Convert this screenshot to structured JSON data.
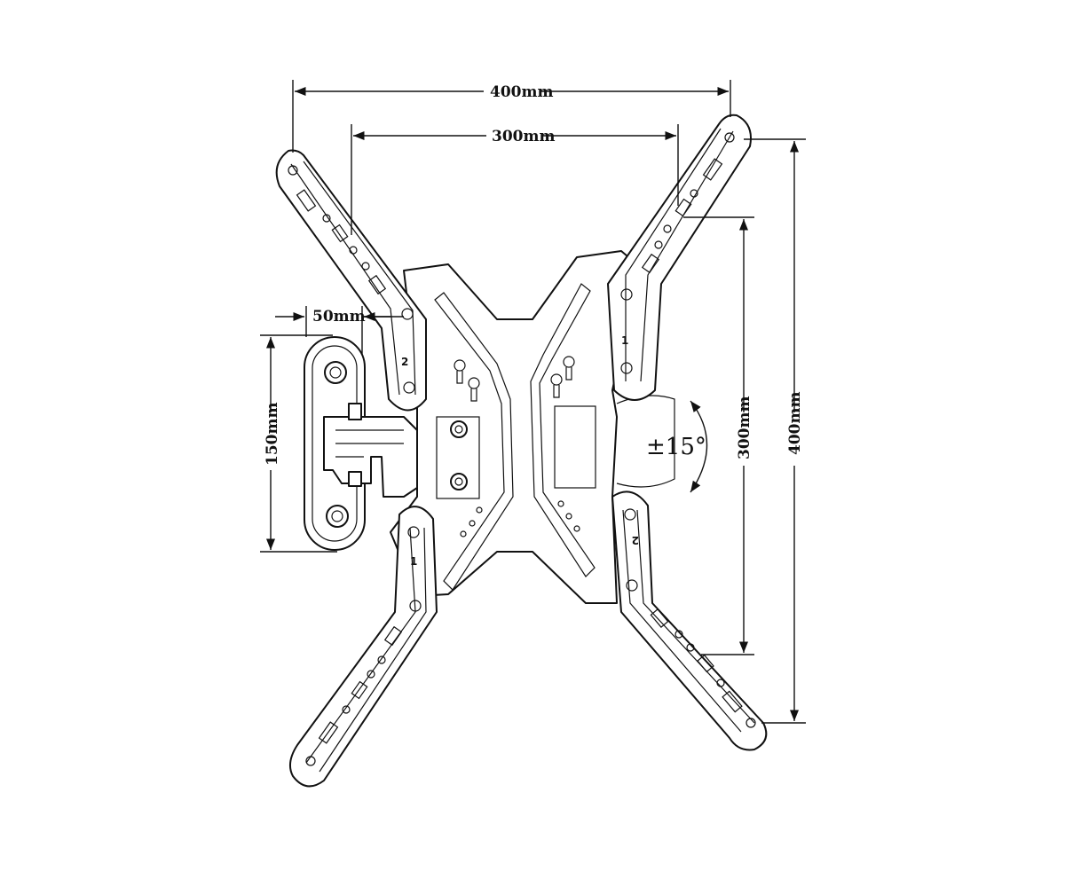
{
  "dimensions": {
    "top_outer": "400mm",
    "top_inner": "300mm",
    "right_outer": "400mm",
    "right_inner": "300mm",
    "arm_offset": "50mm",
    "bracket_height": "150mm"
  },
  "tilt": "±15°",
  "arm_numbers": {
    "upper_left": "2",
    "upper_right": "1",
    "lower_left": "1",
    "lower_right": "2"
  }
}
